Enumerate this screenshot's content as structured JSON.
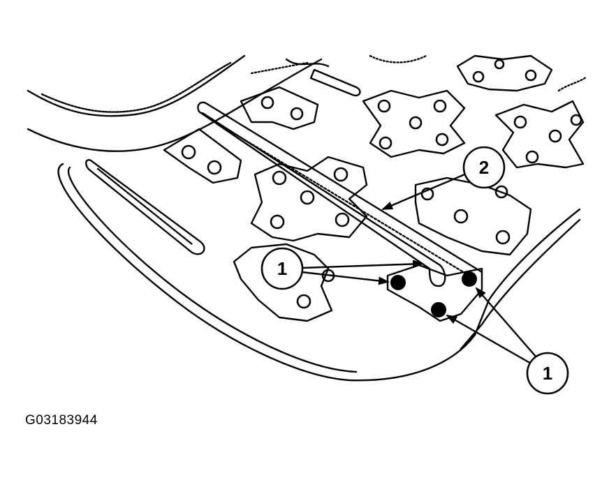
{
  "figure": {
    "id_label": "G03183944"
  },
  "callouts": [
    {
      "label": "1"
    },
    {
      "label": "2"
    },
    {
      "label": "1"
    }
  ],
  "colors": {
    "line": "#000000",
    "background": "#ffffff"
  }
}
